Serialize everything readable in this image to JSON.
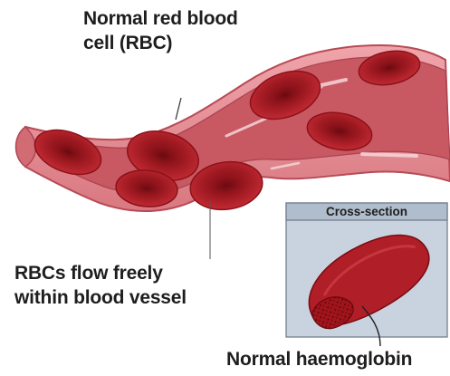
{
  "labels": {
    "rbc": [
      "Normal red blood",
      "cell (RBC)"
    ],
    "flow": [
      "RBCs flow freely",
      "within blood vessel"
    ],
    "haemoglobin": "Normal haemoglobin"
  },
  "inset": {
    "title": "Cross-section"
  },
  "colors": {
    "vessel_outer": "#e38a92",
    "vessel_inner": "#c4525d",
    "vessel_edge": "#b84a55",
    "cell_rim": "#a21a22",
    "cell_center": "#7c0d14",
    "inset_bg": "#c9d3df",
    "inset_header": "#b0bdcc",
    "text": "#1e1e1e"
  }
}
